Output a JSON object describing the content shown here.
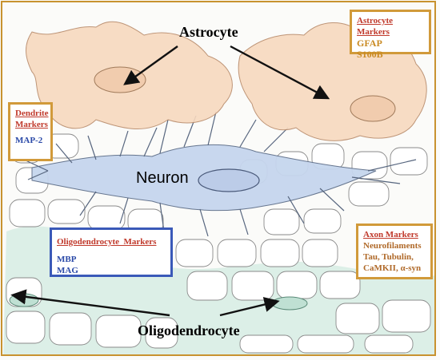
{
  "labels": {
    "astrocyte": "Astrocyte",
    "neuron": "Neuron",
    "oligodendrocyte": "Oligodendrocyte"
  },
  "astrocyte_markers": {
    "title": "Astrocyte Markers",
    "items": [
      "GFAP",
      "S100B"
    ]
  },
  "dendrite_markers": {
    "title_line1": "Dendrite",
    "title_line2": "Markers",
    "items": [
      "MAP-2"
    ]
  },
  "oligodendrocyte_markers": {
    "title": "Oligodendrocyte  Markers",
    "items": [
      "MBP",
      "MAG"
    ]
  },
  "axon_markers": {
    "title": "Axon Markers",
    "items": [
      "Neurofilaments",
      "Tau, Tubulin,",
      "CaMKII, α-syn"
    ]
  },
  "colors": {
    "border": "#c8922f",
    "orange_box": "#d19a3a",
    "blue_box": "#3a59b8",
    "title_red": "#c0392b",
    "astrocyte_fill": "#f7d9bf",
    "neuron_fill": "#c6d6ee",
    "oligo_fill": "#cfe8df"
  }
}
